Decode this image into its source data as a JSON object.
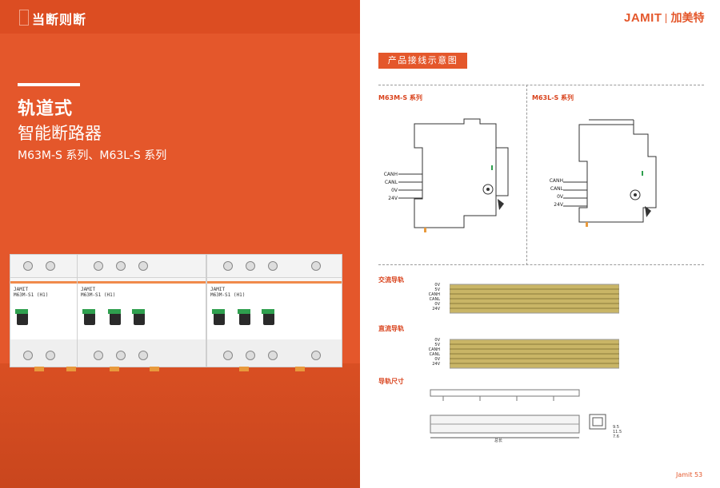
{
  "left_page": {
    "slogan": "当断则断",
    "title": "轨道式",
    "subtitle": "智能断路器",
    "series": "M63M-S 系列、M63L-S 系列",
    "devices": [
      {
        "model": "M63M-S1 (H1)",
        "brand": "JAMIT"
      },
      {
        "model": "M63M-S1 (H1)",
        "brand": "JAMIT"
      },
      {
        "model": "M63M-S1 (H1)",
        "brand": "JAMIT"
      }
    ]
  },
  "right_page": {
    "logo_text": "JAMIT",
    "logo_cn": "加美特",
    "section_title": "产品接线示意图",
    "diagram_m63m": {
      "label": "M63M-S 系列",
      "wires": [
        "CANH",
        "CANL",
        "0V",
        "24V"
      ]
    },
    "diagram_m63l": {
      "label": "M63L-S 系列",
      "wires": [
        "CANH",
        "CANL",
        "0V",
        "24V"
      ]
    },
    "ac_rail": {
      "label": "交流导轨",
      "wires": [
        "0V",
        "5V",
        "CANH",
        "CANL",
        "0V",
        "24V"
      ]
    },
    "dc_rail": {
      "label": "直流导轨",
      "wires": [
        "0V",
        "5V",
        "CANH",
        "CANL",
        "0V",
        "24V"
      ]
    },
    "rail_size": {
      "label": "导轨尺寸",
      "length_label": "总长",
      "dims": [
        "9.5",
        "11.5",
        "7.6"
      ]
    },
    "footer_brand": "Jamit",
    "page_number": "53"
  },
  "colors": {
    "brand_orange": "#e4572b",
    "rail_gold": "#c9b566"
  }
}
